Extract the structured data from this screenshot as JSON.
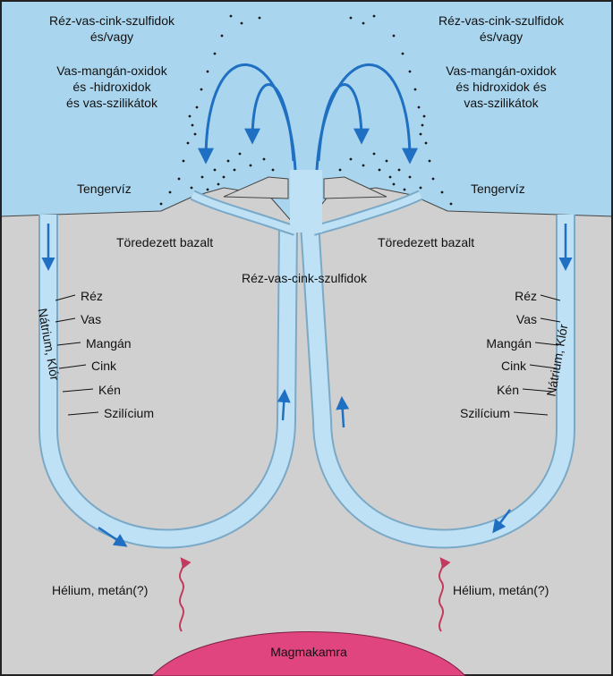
{
  "labels": {
    "left_top_1": "Réz-vas-cink-szulfidok",
    "left_top_2": "és/vagy",
    "left_mid_1": "Vas-mangán-oxidok",
    "left_mid_2": "és -hidroxidok",
    "left_mid_3": "és vas-szilikátok",
    "right_top_1": "Réz-vas-cink-szulfidok",
    "right_top_2": "és/vagy",
    "right_mid_1": "Vas-mangán-oxidok",
    "right_mid_2": "és hidroxidok és",
    "right_mid_3": "vas-szilikátok",
    "seawater_left": "Tengervíz",
    "seawater_right": "Tengervíz",
    "basalt_left": "Töredezett bazalt",
    "basalt_right": "Töredezett bazalt",
    "center_sulfides": "Réz-vas-cink-szulfidok",
    "sodium_chlorine": "Nátrium, Klór",
    "helium_left": "Hélium, metán(?)",
    "helium_right": "Hélium, metán(?)",
    "magma": "Magmakamra"
  },
  "elements_left": [
    "Réz",
    "Vas",
    "Mangán",
    "Cink",
    "Kén",
    "Szilícium"
  ],
  "elements_right": [
    "Réz",
    "Vas",
    "Mangán",
    "Cink",
    "Kén",
    "Szilícium"
  ],
  "colors": {
    "sea": "#a9d6ee",
    "rock": "#d0d0d0",
    "channel": "#bfe1f5",
    "channel_edge": "#7aa9c7",
    "arrow": "#1f6fc2",
    "magma": "#e0457f",
    "heat_arrow": "#c23a5e",
    "precipitate": "#1a1a1a"
  }
}
